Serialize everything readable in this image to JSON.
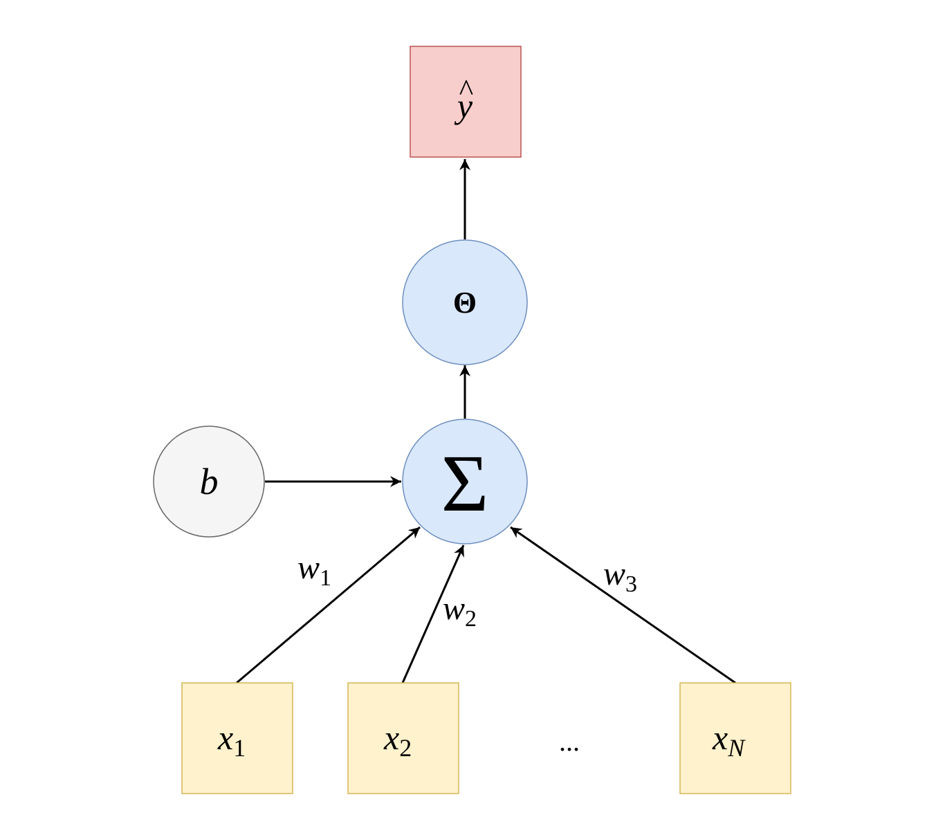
{
  "diagram": {
    "output": {
      "base": "y",
      "accent": "^"
    },
    "activation": "Θ",
    "summation": "Σ",
    "bias": "b",
    "weights": [
      {
        "base": "w",
        "sub": "1"
      },
      {
        "base": "w",
        "sub": "2"
      },
      {
        "base": "w",
        "sub": "3"
      }
    ],
    "inputs": [
      {
        "base": "x",
        "sub": "1"
      },
      {
        "base": "x",
        "sub": "2"
      },
      {
        "base": "x",
        "sub": "N"
      }
    ],
    "ellipsis": "...",
    "colors": {
      "output_fill": "#f8cecc",
      "output_stroke": "#b85450",
      "node_fill": "#dae8fc",
      "node_stroke": "#6c8ebf",
      "bias_fill": "#f5f5f5",
      "bias_stroke": "#666666",
      "input_fill": "#fff2cc",
      "input_stroke": "#d6b656",
      "edge": "#000000"
    }
  }
}
